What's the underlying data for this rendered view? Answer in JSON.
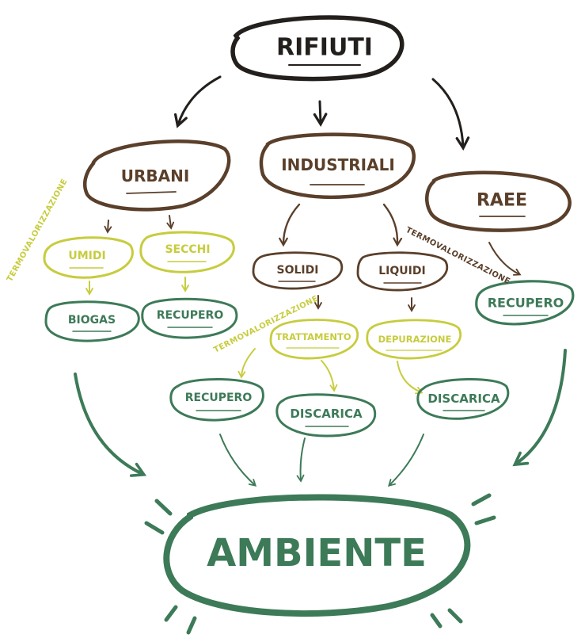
{
  "colors": {
    "black": "#231f1c",
    "brown": "#5a3f2a",
    "yellow_green": "#c7cc3e",
    "green": "#3d7a58"
  },
  "nodes": {
    "rifiuti": "RIFIUTI",
    "urbani": "URBANI",
    "industriali": "INDUSTRIALI",
    "raee": "RAEE",
    "umidi": "UMIDI",
    "secchi": "SECCHI",
    "solidi": "SOLIDI",
    "liquidi": "LIQUIDI",
    "biogas": "BIOGAS",
    "recupero_urbani": "RECUPERO",
    "recupero_raee": "RECUPERO",
    "trattamento": "TRATTAMENTO",
    "depurazione": "DEPURAZIONE",
    "recupero_solidi": "RECUPERO",
    "discarica_solidi": "DISCARICA",
    "discarica_liquidi": "DISCARICA",
    "ambiente": "AMBIENTE"
  },
  "annotations": {
    "termo_urbani": "TERMOVALORIZZAZIONE",
    "termo_raee": "TERMOVALORIZZAZIONE",
    "termo_trattamento": "TERMOVALORIZZAZIONE"
  }
}
